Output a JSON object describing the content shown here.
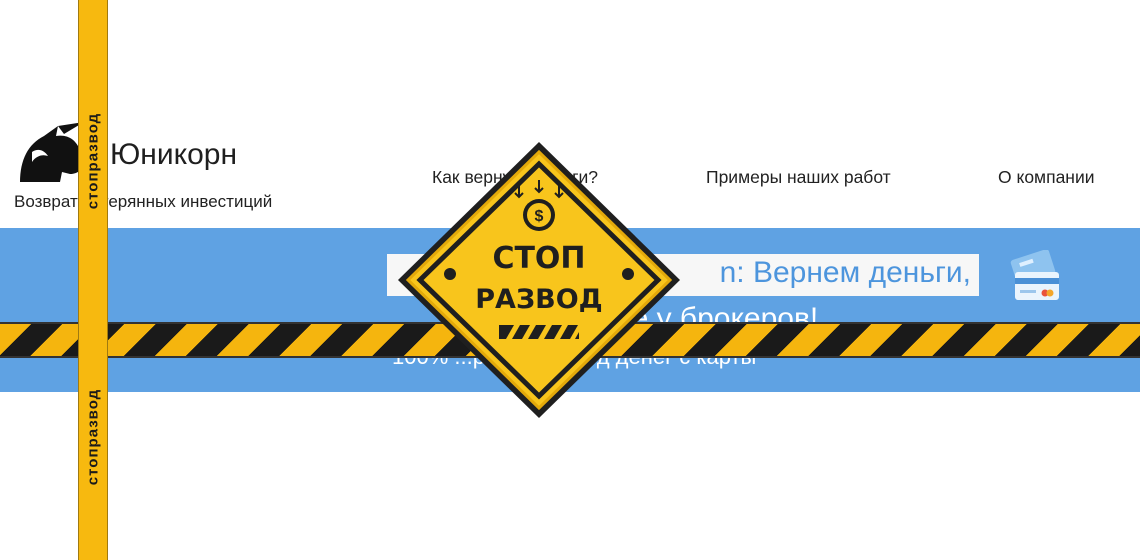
{
  "brand": {
    "name": "Юникорн",
    "tagline": "Возврат потерянных инвестиций"
  },
  "nav": [
    {
      "label": "Как вернуть деньги?"
    },
    {
      "label": "Примеры наших работ"
    },
    {
      "label": "О компании"
    }
  ],
  "hero": {
    "title_visible": "n: Вернем деньги,",
    "subtitle_visible": "ые у брокеров!",
    "note_visible": "100% ...рить перевод денег с карты",
    "icon": "credit-card-icon"
  },
  "overlay": {
    "tape_label": "стопразвод",
    "sign_line1": "СТОП",
    "sign_line2": "РАЗВОД",
    "sign_icon": "dollar-coin-icon"
  },
  "colors": {
    "hero_bg": "#5fa2e3",
    "hero_title": "#4d95dd",
    "tape_yellow": "#f5b50e",
    "tape_black": "#1a1a1a",
    "sign_yellow": "#f8c51c"
  }
}
